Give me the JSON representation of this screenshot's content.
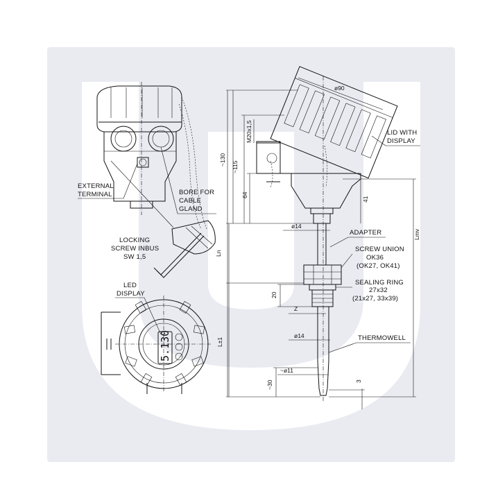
{
  "labels": {
    "external_terminal": [
      "EXTERNAL",
      "TERMINAL"
    ],
    "bore_cable_gland": [
      "BORE FOR",
      "CABLE",
      "GLAND"
    ],
    "locking_screw": [
      "LOCKING",
      "SCREW INBUS",
      "SW 1,5"
    ],
    "led_display": [
      "LED",
      "DISPLAY"
    ],
    "lid_with_display": [
      "LID WITH",
      "DISPLAY"
    ],
    "adapter": "ADAPTER",
    "screw_union": [
      "SCREW UNION",
      "OK36",
      "(OK27, OK41)"
    ],
    "sealing_ring": [
      "SEALING RING",
      "27x32",
      "(21x27, 33x39)"
    ],
    "thermowell": "THERMOWELL"
  },
  "dimensions": {
    "d90": "ø90",
    "m20": "M20x1,5",
    "a130": "~130",
    "a115": "~115",
    "d64": "64",
    "d41": "41",
    "d14_top": "ø14",
    "ln": "Ln",
    "lmv": "Lmv",
    "d20": "20",
    "z": "Z",
    "l1": "L±1",
    "d14_mid": "ø14",
    "d11": "~ø11",
    "a30": "~30",
    "d3": "3"
  },
  "display": {
    "digits": "5.130"
  },
  "colors": {
    "watermark": "#e9ebf1",
    "line": "#111111"
  }
}
